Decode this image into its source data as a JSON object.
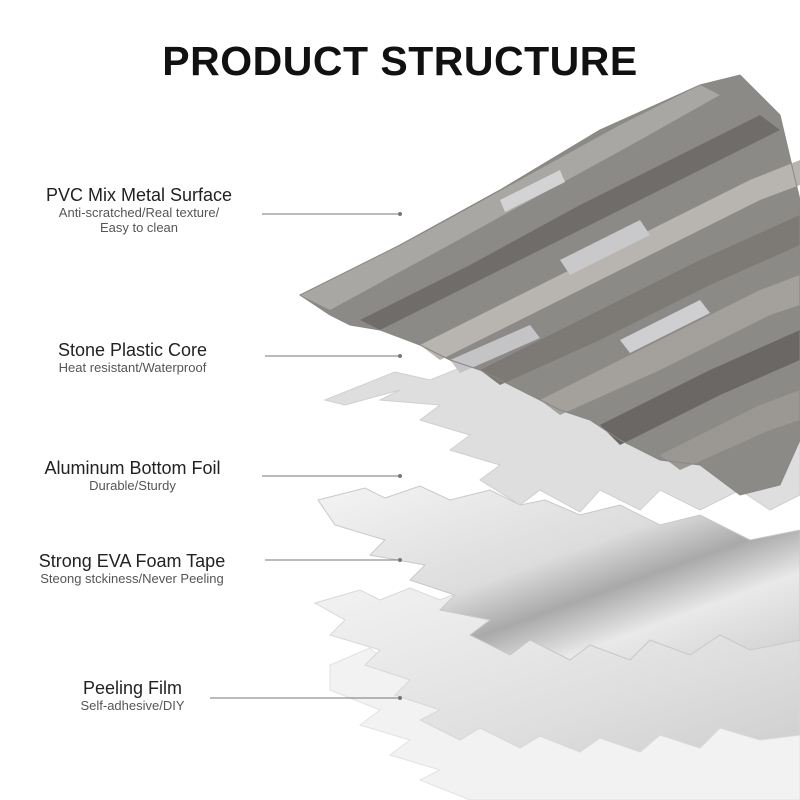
{
  "title": "PRODUCT STRUCTURE",
  "layers": [
    {
      "name": "PVC Mix Metal Surface",
      "desc1": "Anti-scratched/Real texture/",
      "desc2": "Easy to clean"
    },
    {
      "name": "Stone Plastic Core",
      "desc1": "Heat resistant/Waterproof"
    },
    {
      "name": "Aluminum Bottom Foil",
      "desc1": "Durable/Sturdy"
    },
    {
      "name": "Strong EVA Foam Tape",
      "desc1": "Steong stckiness/Never Peeling"
    },
    {
      "name": "Peeling Film",
      "desc1": "Self-adhesive/DIY"
    }
  ]
}
